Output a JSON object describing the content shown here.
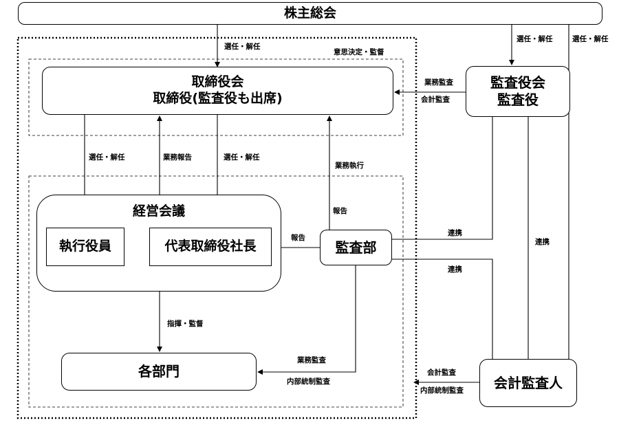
{
  "nodes": {
    "shareholders_meeting": "株主総会",
    "board": {
      "line1": "取締役会",
      "line2": "取締役(監査役も出席)"
    },
    "audit_board": {
      "line1": "監査役会",
      "line2": "監査役"
    },
    "management_meeting": "経営会議",
    "executive_officers": "執行役員",
    "president": "代表取締役社長",
    "audit_dept": "監査部",
    "departments": "各部門",
    "accounting_auditor": "会計監査人"
  },
  "regions": {
    "decision_supervision": "意思決定・監督"
  },
  "labels": {
    "appoint_dismiss_board": "選任・解任",
    "appoint_dismiss_audit": "選任・解任",
    "appoint_dismiss_acct": "選任・解任",
    "appoint_dismiss_exec": "選任・解任",
    "appoint_dismiss_pres": "選任・解任",
    "business_report": "業務報告",
    "business_execution": "業務執行",
    "report_to_board": "報告",
    "report_to_president": "報告",
    "business_audit_board": "業務監査",
    "accounting_audit_board": "会計監査",
    "cooperation_audit_dept": "連携",
    "cooperation_audit_board_acct": "連携",
    "cooperation_acct_dept": "連携",
    "direction_supervision": "指揮・監督",
    "business_audit_dept": "業務監査",
    "internal_control_audit_dept": "内部統制監査",
    "accounting_audit_acct": "会計監査",
    "internal_control_audit_acct": "内部統制監査"
  }
}
